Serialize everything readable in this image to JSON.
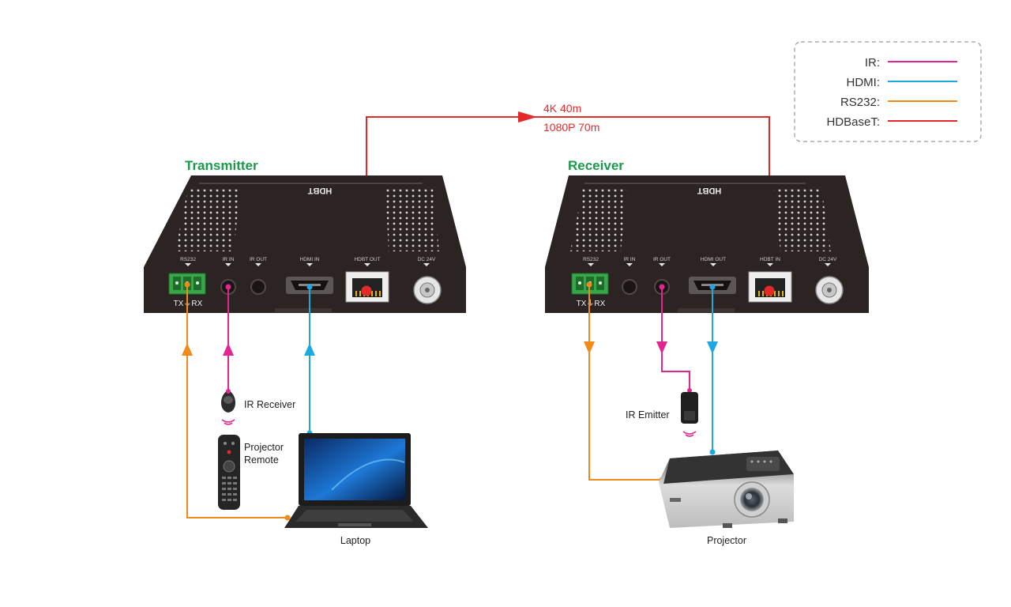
{
  "legend": {
    "items": [
      {
        "label": "IR:",
        "color": "#e2268f"
      },
      {
        "label": "HDMI:",
        "color": "#1ea7e0"
      },
      {
        "label": "RS232:",
        "color": "#f08a1c"
      },
      {
        "label": "HDBaseT:",
        "color": "#e32a2a"
      }
    ]
  },
  "link": {
    "line1": "4K 40m",
    "line2": "1080P 70m"
  },
  "transmitter": {
    "title": "Transmitter",
    "ports": [
      "RS232",
      "IR IN",
      "IR OUT",
      "HDMI IN",
      "HDBT OUT",
      "DC 24V"
    ],
    "terminal_label": "TX⏚RX",
    "logo": "HDBT"
  },
  "receiver": {
    "title": "Receiver",
    "ports": [
      "RS232",
      "IR IN",
      "IR OUT",
      "HDMI OUT",
      "HDBT IN",
      "DC 24V"
    ],
    "terminal_label": "TX⏚RX",
    "logo": "HDBT"
  },
  "devices": {
    "ir_receiver": "IR Receiver",
    "remote_line1": "Projector",
    "remote_line2": "Remote",
    "laptop": "Laptop",
    "ir_emitter": "IR Emitter",
    "projector": "Projector"
  },
  "colors": {
    "title_green": "#1a9a4a",
    "box_dark": "#2b2422",
    "ir": "#e2268f",
    "hdmi": "#1ea7e0",
    "rs232": "#f08a1c",
    "hdbaset": "#e32a2a"
  }
}
